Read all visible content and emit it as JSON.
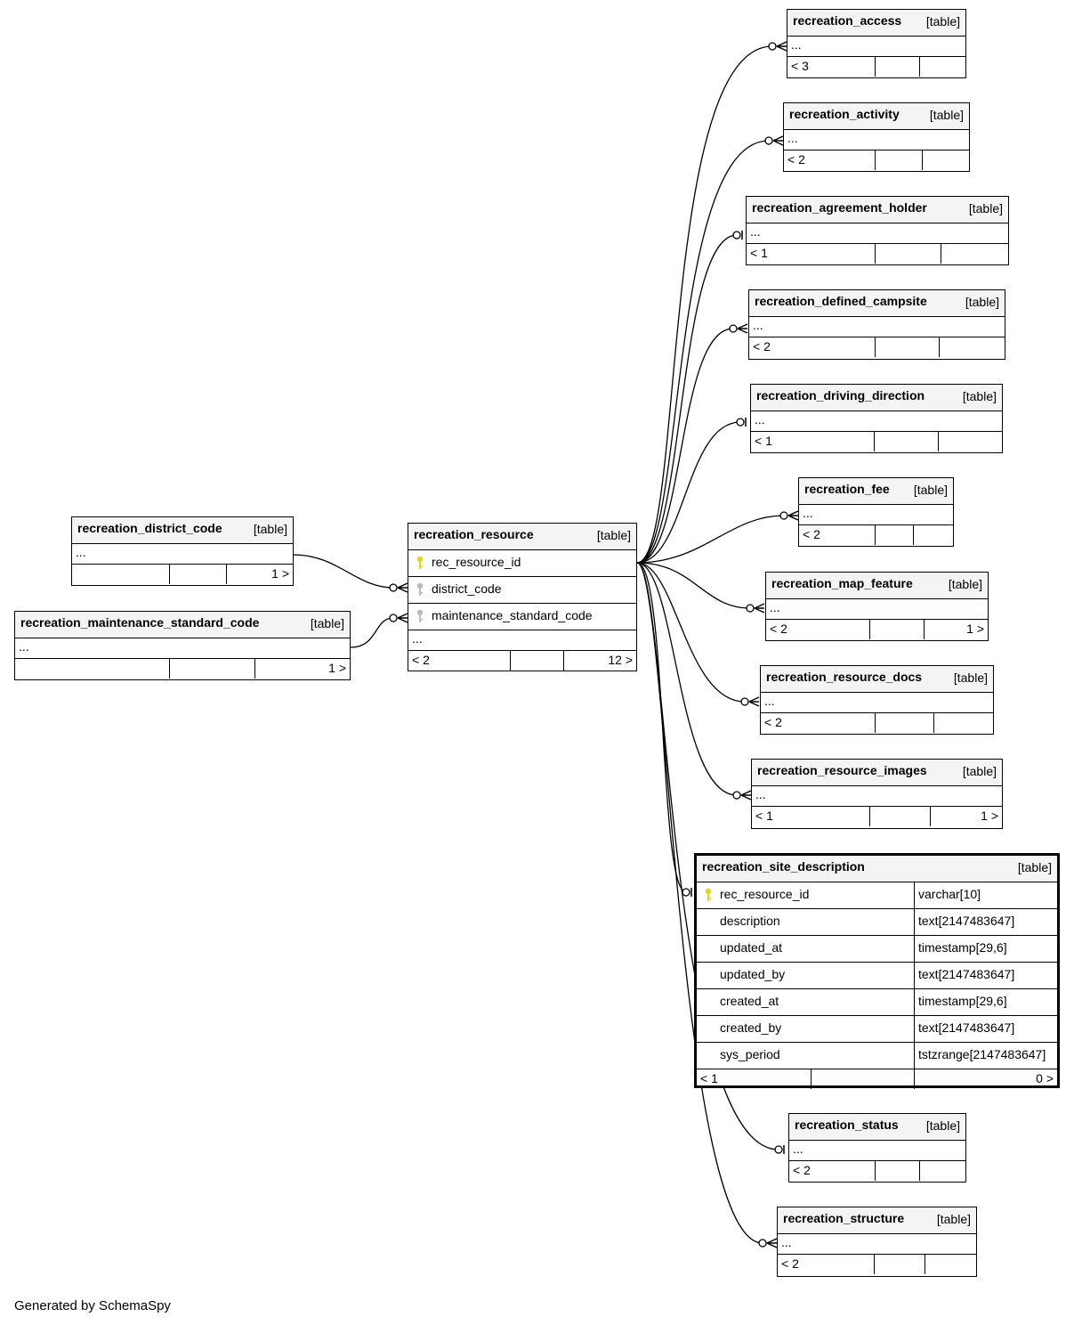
{
  "footer": {
    "generated": "Generated by SchemaSpy"
  },
  "colors": {
    "primary_key": "#e6d51e",
    "foreign_key": "#bbbbbb",
    "header_bg": "#f4f4f4"
  },
  "tables": {
    "recreation_resource": {
      "name": "recreation_resource",
      "kind": "[table]",
      "columns": [
        "rec_resource_id",
        "district_code",
        "maintenance_standard_code"
      ],
      "ellipsis": "...",
      "parents": "< 2",
      "children": "12 >"
    },
    "recreation_district_code": {
      "name": "recreation_district_code",
      "kind": "[table]",
      "ellipsis": "...",
      "parents": "",
      "children": "1 >"
    },
    "recreation_maintenance_standard_code": {
      "name": "recreation_maintenance_standard_code",
      "kind": "[table]",
      "ellipsis": "...",
      "parents": "",
      "children": "1 >"
    },
    "recreation_access": {
      "name": "recreation_access",
      "kind": "[table]",
      "ellipsis": "...",
      "parents": "< 3",
      "children": ""
    },
    "recreation_activity": {
      "name": "recreation_activity",
      "kind": "[table]",
      "ellipsis": "...",
      "parents": "< 2",
      "children": ""
    },
    "recreation_agreement_holder": {
      "name": "recreation_agreement_holder",
      "kind": "[table]",
      "ellipsis": "...",
      "parents": "< 1",
      "children": ""
    },
    "recreation_defined_campsite": {
      "name": "recreation_defined_campsite",
      "kind": "[table]",
      "ellipsis": "...",
      "parents": "< 2",
      "children": ""
    },
    "recreation_driving_direction": {
      "name": "recreation_driving_direction",
      "kind": "[table]",
      "ellipsis": "...",
      "parents": "< 1",
      "children": ""
    },
    "recreation_fee": {
      "name": "recreation_fee",
      "kind": "[table]",
      "ellipsis": "...",
      "parents": "< 2",
      "children": ""
    },
    "recreation_map_feature": {
      "name": "recreation_map_feature",
      "kind": "[table]",
      "ellipsis": "...",
      "parents": "< 2",
      "children": "1 >"
    },
    "recreation_resource_docs": {
      "name": "recreation_resource_docs",
      "kind": "[table]",
      "ellipsis": "...",
      "parents": "< 2",
      "children": ""
    },
    "recreation_resource_images": {
      "name": "recreation_resource_images",
      "kind": "[table]",
      "ellipsis": "...",
      "parents": "< 1",
      "children": "1 >"
    },
    "recreation_site_description": {
      "name": "recreation_site_description",
      "kind": "[table]",
      "columns": [
        {
          "name": "rec_resource_id",
          "type": "varchar[10]"
        },
        {
          "name": "description",
          "type": "text[2147483647]"
        },
        {
          "name": "updated_at",
          "type": "timestamp[29,6]"
        },
        {
          "name": "updated_by",
          "type": "text[2147483647]"
        },
        {
          "name": "created_at",
          "type": "timestamp[29,6]"
        },
        {
          "name": "created_by",
          "type": "text[2147483647]"
        },
        {
          "name": "sys_period",
          "type": "tstzrange[2147483647]"
        }
      ],
      "parents": "< 1",
      "children": "0 >"
    },
    "recreation_status": {
      "name": "recreation_status",
      "kind": "[table]",
      "ellipsis": "...",
      "parents": "< 2",
      "children": ""
    },
    "recreation_structure": {
      "name": "recreation_structure",
      "kind": "[table]",
      "ellipsis": "...",
      "parents": "< 2",
      "children": ""
    }
  }
}
